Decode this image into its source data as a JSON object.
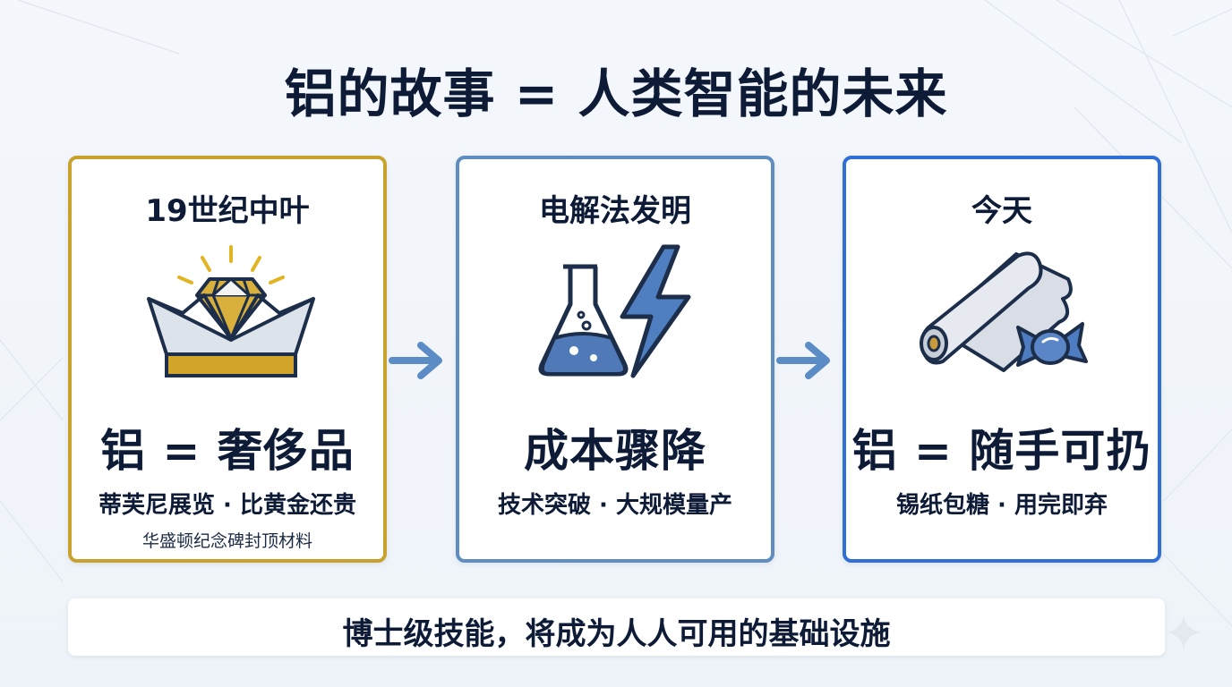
{
  "title": "铝的故事 = 人类智能的未来",
  "cards": [
    {
      "heading": "19世纪中叶",
      "icon": "diamond-crown-icon",
      "headline": "铝 = 奢侈品",
      "subtitle": "蒂芙尼展览 · 比黄金还贵",
      "note": "华盛顿纪念碑封顶材料",
      "border_color": "#c9a22e"
    },
    {
      "heading": "电解法发明",
      "icon": "flask-lightning-icon",
      "headline": "成本骤降",
      "subtitle": "技术突破 · 大规模量产",
      "border_color": "#5f8dc0"
    },
    {
      "heading": "今天",
      "icon": "foil-roll-candy-icon",
      "headline": "铝 = 随手可扔",
      "subtitle": "锡纸包糖 · 用完即弃",
      "border_color": "#2f6fd6"
    }
  ],
  "banner": "博士级技能，将成为人人可用的基础设施",
  "colors": {
    "gold": "#c9a22e",
    "steel_blue": "#5f8dc0",
    "blue": "#2f6fd6",
    "arrow": "#5b8cc6",
    "text": "#0d1b36"
  }
}
